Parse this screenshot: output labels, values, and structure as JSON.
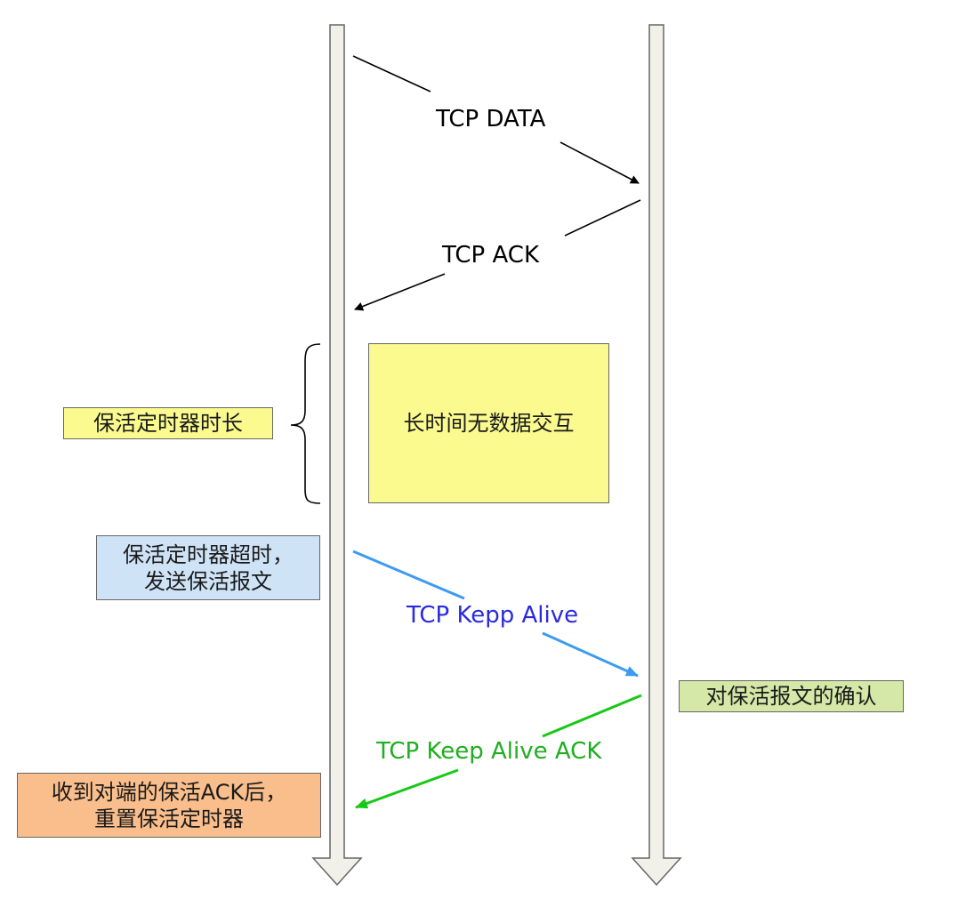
{
  "messages": {
    "tcp_data": "TCP DATA",
    "tcp_ack": "TCP ACK",
    "keepalive": "TCP Kepp Alive",
    "keepalive_ack": "TCP Keep Alive ACK"
  },
  "notes": {
    "idle_period": "长时间无数据交互",
    "timer_duration": "保活定时器时长",
    "timer_timeout_line1": "保活定时器超时，",
    "timer_timeout_line2": "发送保活报文",
    "probe_ack": "对保活报文的确认",
    "reset_line1": "收到对端的保活ACK后，",
    "reset_line2": "重置保活定时器"
  },
  "colors": {
    "lifeline_fill": "#f2f1e9",
    "lifeline_stroke": "#666666",
    "black_arrow": "#000000",
    "keepalive_arrow": "#3d9bf0",
    "keepalive_text": "#2a2ae0",
    "keepalive_ack_arrow": "#17c917",
    "keepalive_ack_text": "#1fae1f",
    "idle_box": "#fafa8f",
    "timer_label": "#fafa8f",
    "timeout_box": "#cfe3f7",
    "ack_box": "#d5e8a7",
    "reset_box": "#f9be8c"
  }
}
